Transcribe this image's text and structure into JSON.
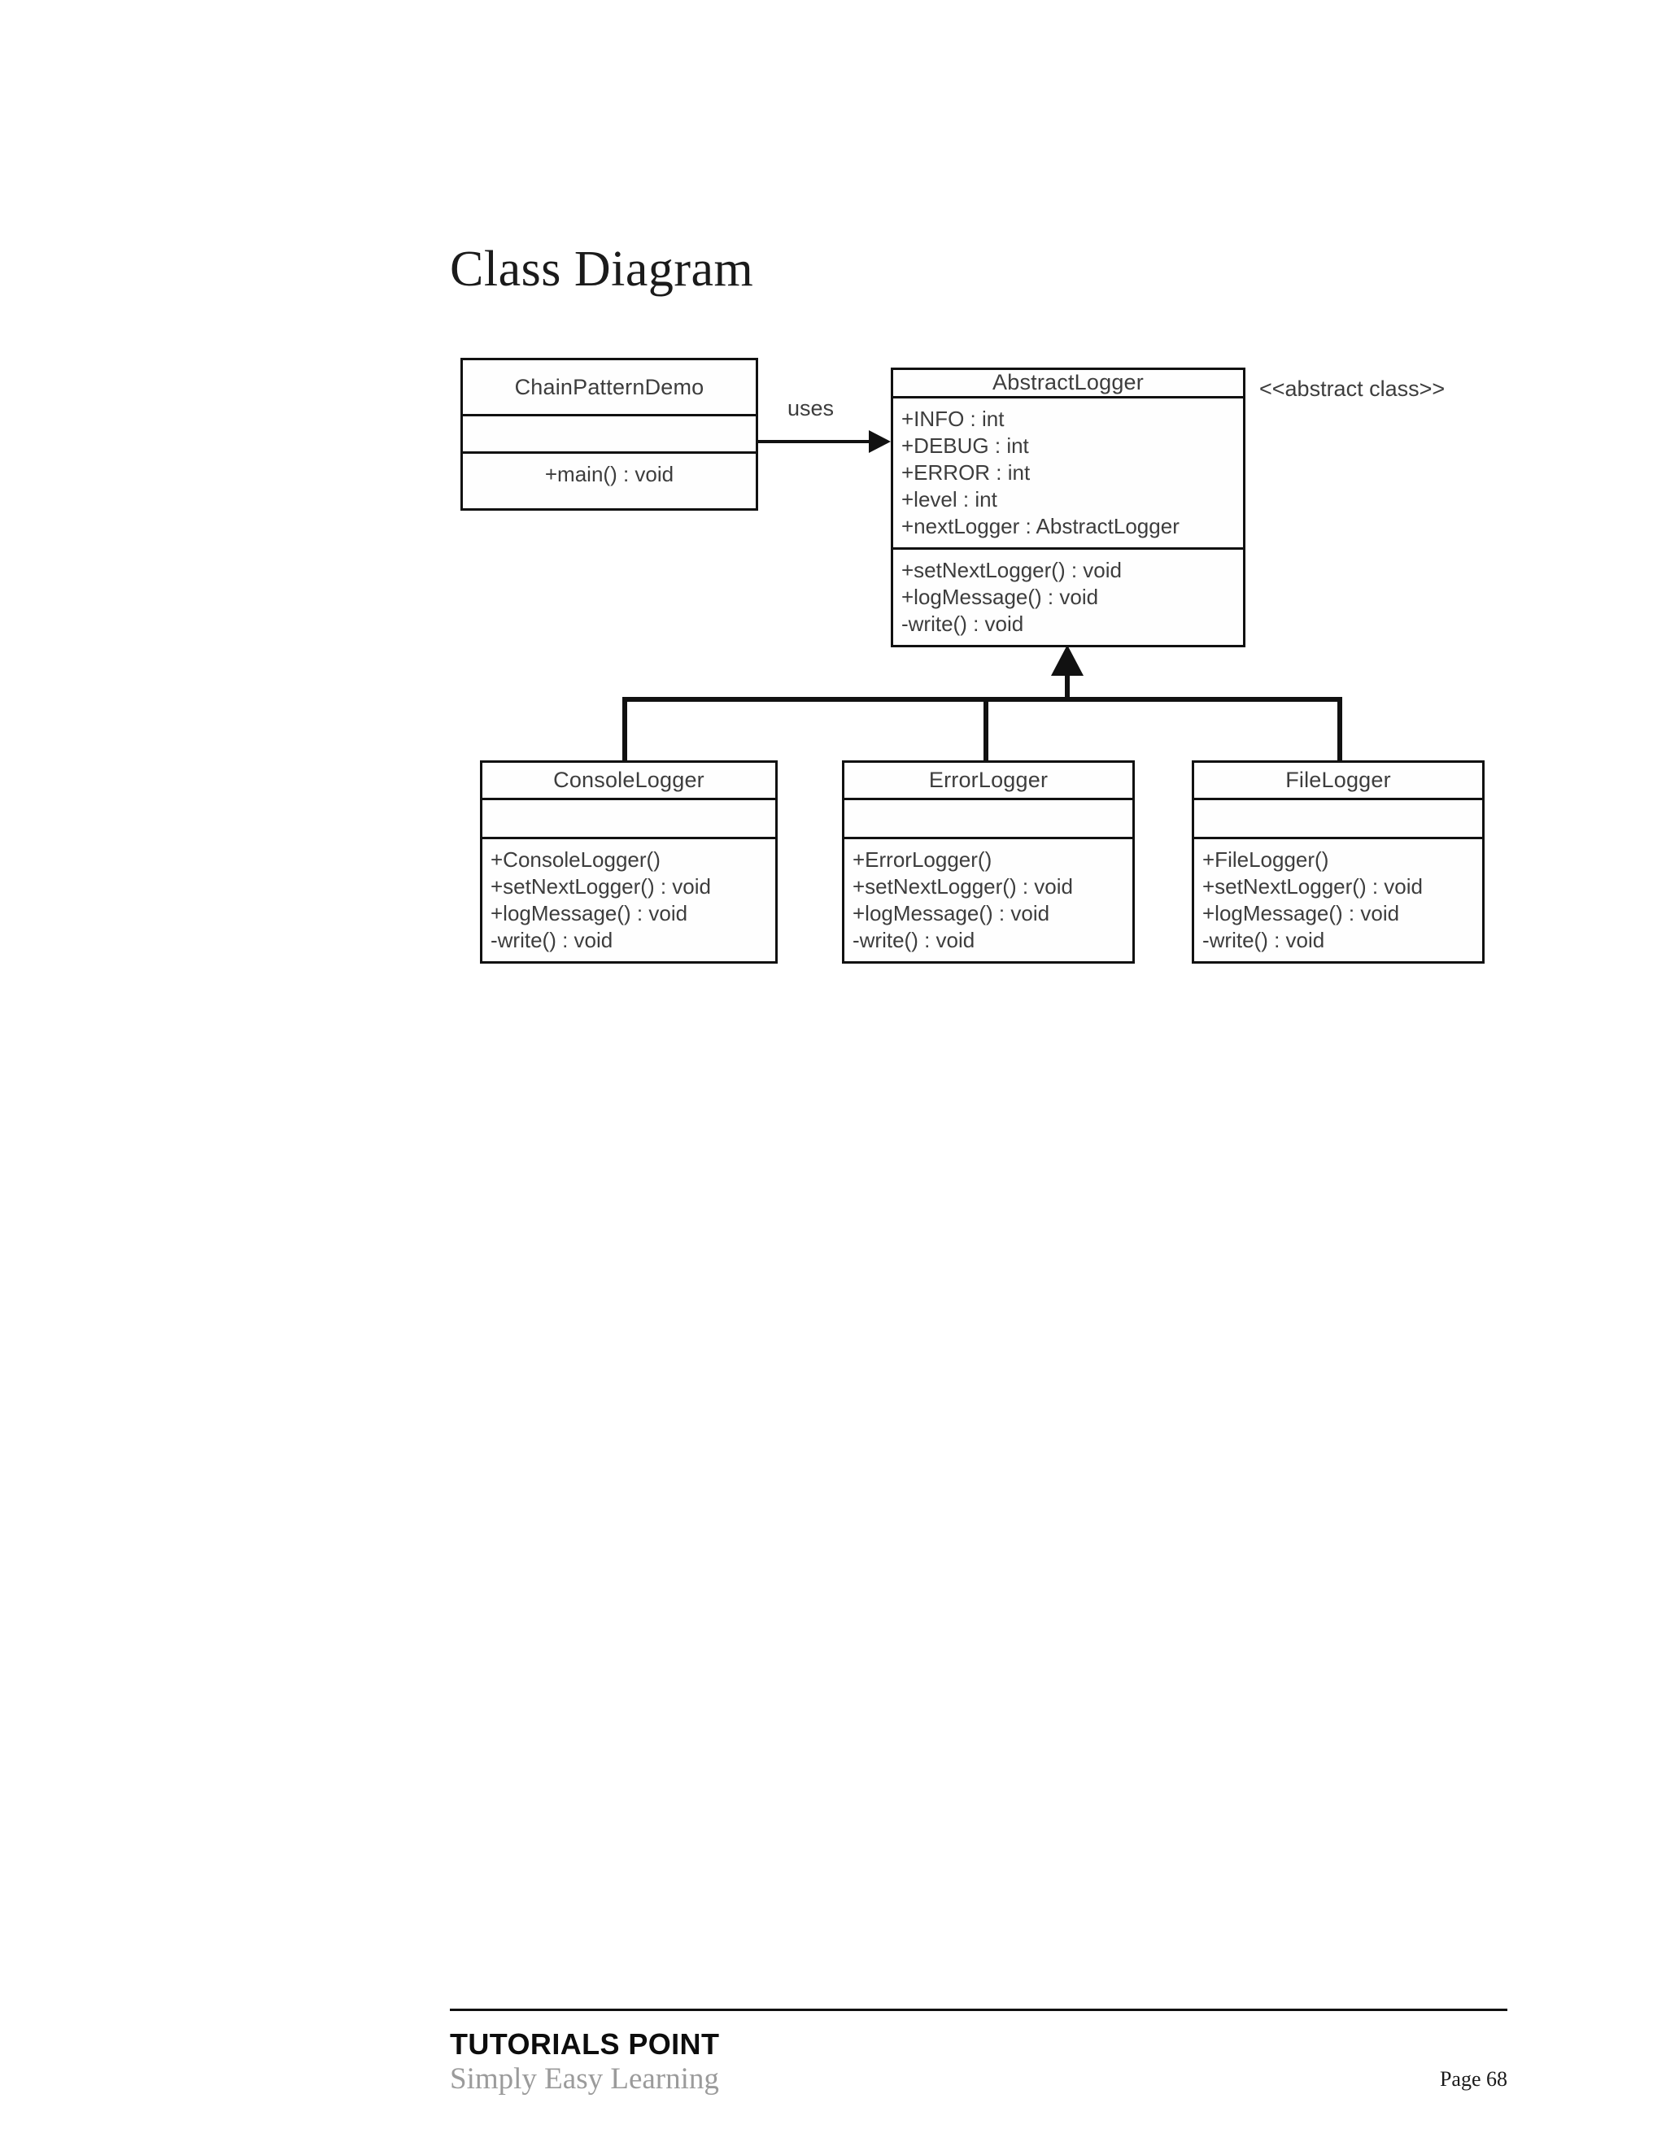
{
  "page": {
    "title": "Class Diagram"
  },
  "diagram": {
    "type": "uml-class-diagram",
    "classes": [
      {
        "id": "chainpatterndemo",
        "name": "ChainPatternDemo",
        "attributes": [],
        "operations": [
          "+main() : void"
        ]
      },
      {
        "id": "abstractlogger",
        "name": "AbstractLogger",
        "stereotype": "<<abstract class>>",
        "attributes": [
          "+INFO  : int",
          "+DEBUG : int",
          "+ERROR : int",
          "+level  : int",
          "+nextLogger : AbstractLogger"
        ],
        "operations": [
          "+setNextLogger()  : void",
          "+logMessage()  : void",
          "-write() : void"
        ]
      },
      {
        "id": "consolelogger",
        "name": "ConsoleLogger",
        "attributes": [],
        "operations": [
          "+ConsoleLogger()",
          "+setNextLogger()  : void",
          "+logMessage()  : void",
          "-write() : void"
        ]
      },
      {
        "id": "errorlogger",
        "name": "ErrorLogger",
        "attributes": [],
        "operations": [
          "+ErrorLogger()",
          "+setNextLogger()  : void",
          "+logMessage()  : void",
          "-write() : void"
        ]
      },
      {
        "id": "filelogger",
        "name": "FileLogger",
        "attributes": [],
        "operations": [
          "+FileLogger()",
          "+setNextLogger()  : void",
          "+logMessage()  : void",
          "-write() : void"
        ]
      }
    ],
    "relationships": [
      {
        "kind": "dependency",
        "label": "uses",
        "from": "chainpatterndemo",
        "to": "abstractlogger"
      },
      {
        "kind": "generalization",
        "from": "consolelogger",
        "to": "abstractlogger"
      },
      {
        "kind": "generalization",
        "from": "errorlogger",
        "to": "abstractlogger"
      },
      {
        "kind": "generalization",
        "from": "filelogger",
        "to": "abstractlogger"
      }
    ]
  },
  "footer": {
    "brand": "TUTORIALS POINT",
    "tagline": "Simply Easy Learning",
    "page": "Page 68"
  }
}
